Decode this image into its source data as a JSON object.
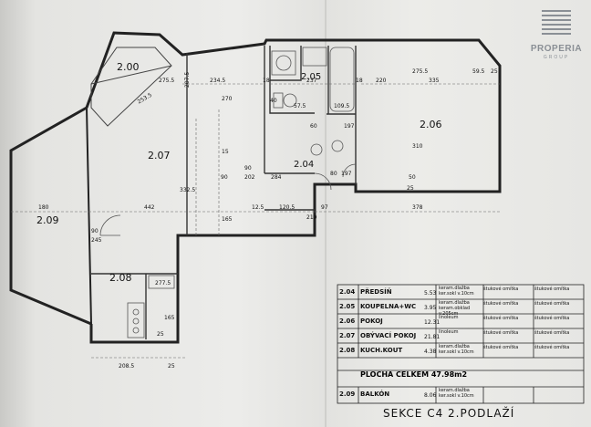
{
  "logo": {
    "name": "PROPERIA",
    "sub": "GROUP"
  },
  "rooms": {
    "r200": "2.00",
    "r205": "2.05",
    "r206": "2.06",
    "r207": "2.07",
    "r204": "2.04",
    "r209": "2.09",
    "r208": "2.08"
  },
  "dims": {
    "d275_5a": "275.5",
    "d207_5": "207.5",
    "d234_5": "234.5",
    "d253_5": "253.5",
    "d18a": "18",
    "d237": "237",
    "d18b": "18",
    "d275_5b": "275.5",
    "d59_5": "59.5",
    "d25a": "25",
    "d220": "220",
    "d335": "335",
    "d270": "270",
    "d40": "40",
    "d57_5": "57.5",
    "d109_5": "109.5",
    "d60": "60",
    "d197a": "197",
    "d15": "15",
    "d310": "310",
    "d90a": "90",
    "d202": "202",
    "d90b": "90",
    "d284": "284",
    "d80": "80",
    "d197b": "197",
    "d50": "50",
    "d25b": "25",
    "d332_5": "332.5",
    "d180": "180",
    "d442": "442",
    "d12_5": "12.5",
    "d120_5": "120.5",
    "d97": "97",
    "d378": "378",
    "d210": "210",
    "d90c": "90",
    "d245": "245",
    "d165a": "165",
    "d165b": "165",
    "d277_5": "277.5",
    "d25c": "25",
    "d208_5": "208.5",
    "d25d": "25"
  },
  "schedule": {
    "rows": [
      {
        "code": "2.04",
        "name": "PŘEDSÍŇ",
        "area": "5.53",
        "floor": "keram.dlažba ker.sokl v.10cm",
        "wall": "štukové omítka",
        "ceiling": "štukové omítka"
      },
      {
        "code": "2.05",
        "name": "KOUPELNA+WC",
        "area": "3.95",
        "floor": "keram.dlažba keram.obklad v.205cm",
        "wall": "štukové omítka",
        "ceiling": "štukové omítka"
      },
      {
        "code": "2.06",
        "name": "POKOJ",
        "area": "12.31",
        "floor": "linoleum",
        "wall": "štukové omítka",
        "ceiling": "štukové omítka"
      },
      {
        "code": "2.07",
        "name": "OBÝVACÍ POKOJ",
        "area": "21.81",
        "floor": "linoleum",
        "wall": "štukové omítka",
        "ceiling": "štukové omítka"
      },
      {
        "code": "2.08",
        "name": "KUCH.KOUT",
        "area": "4.38",
        "floor": "keram.dlažba ker.sokl v.10cm",
        "wall": "štukové omítka",
        "ceiling": "štukové omítka"
      }
    ],
    "total": "PLOCHA CELKEM 47.98m2",
    "balcony": {
      "code": "2.09",
      "name": "BALKÓN",
      "area": "8.06",
      "floor": "keram.dlažba ker.sokl v.10cm"
    }
  },
  "footer": "SEKCE C4 2.PODLAŽÍ"
}
